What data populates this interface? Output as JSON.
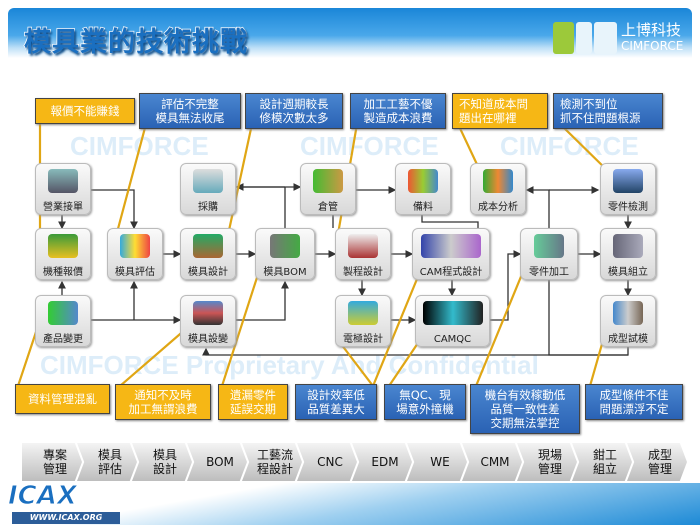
{
  "title": "模具業的技術挑戰",
  "logo": {
    "cn": "上博科技",
    "en": "CIMFORCE"
  },
  "watermarks": [
    "CIMFORCE",
    "CIMFORCE Proprietary And Confidential",
    "CIMFORCE",
    "CIMFORCE"
  ],
  "nodes": {
    "order": "營業接單",
    "quote": "機種報價",
    "change": "產品變更",
    "eval": "模具評估",
    "purchase": "採購",
    "design": "模具設計",
    "ecn": "模具設變",
    "warehouse": "倉管",
    "bom": "模具BOM",
    "process": "製程設計",
    "electrode": "電極設計",
    "material": "備料",
    "cam": "CAM程式設計",
    "camqc": "CAMQC",
    "cost": "成本分析",
    "machining": "零件加工",
    "inspect": "零件檢測",
    "assembly": "模具組立",
    "trial": "成型試模"
  },
  "callouts_top": [
    {
      "text": "報價不能賺錢",
      "color": "yellow"
    },
    {
      "text": "評估不完整\n模具無法收尾",
      "color": "blue"
    },
    {
      "text": "設計週期較長\n修模次數太多",
      "color": "blue"
    },
    {
      "text": "加工工藝不優\n製造成本浪費",
      "color": "blue"
    },
    {
      "text": "不知道成本問\n題出在哪裡",
      "color": "yellow"
    },
    {
      "text": "檢測不到位\n抓不住問題根源",
      "color": "blue"
    }
  ],
  "callouts_bottom": [
    {
      "text": "資料管理混亂",
      "color": "yellow"
    },
    {
      "text": "通知不及時\n加工無謂浪費",
      "color": "yellow"
    },
    {
      "text": "遺漏零件\n延誤交期",
      "color": "yellow"
    },
    {
      "text": "設計效率低\n品質差異大",
      "color": "blue"
    },
    {
      "text": "無QC、現\n場意外撞機",
      "color": "blue"
    },
    {
      "text": "機台有效稼動低\n品質一致性差\n交期無法掌控",
      "color": "blue"
    },
    {
      "text": "成型條件不佳\n問題漂浮不定",
      "color": "blue"
    }
  ],
  "process_steps": [
    "專案\n管理",
    "模具\n評估",
    "模具\n設計",
    "BOM",
    "工藝流\n程設計",
    "CNC",
    "EDM",
    "WE",
    "CMM",
    "現場\n管理",
    "鉗工\n組立",
    "成型\n管理"
  ],
  "footer": {
    "logo": "ICAX",
    "url": "WWW.ICAX.ORG"
  },
  "colors": {
    "yellow": "#f6b715",
    "blue": "#2f6bbb",
    "header": "#1a86d8"
  }
}
